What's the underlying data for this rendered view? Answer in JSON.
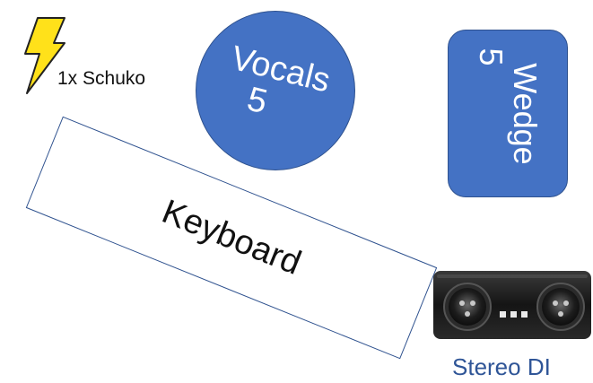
{
  "power": {
    "icon": "lightning-bolt-icon",
    "label": "1x Schuko",
    "colors": {
      "fill": "#ffe11a",
      "stroke": "#222222"
    }
  },
  "vocals": {
    "name": "Vocals",
    "number": "5",
    "colors": {
      "fill": "#4472c4",
      "stroke": "#2f528f",
      "text": "#ffffff"
    }
  },
  "wedge": {
    "name": "Wedge",
    "number": "5",
    "colors": {
      "fill": "#4472c4",
      "stroke": "#2f528f",
      "text": "#ffffff"
    }
  },
  "keyboard": {
    "name": "Keyboard",
    "colors": {
      "fill": "#ffffff",
      "stroke": "#2f528f",
      "text": "#111111"
    }
  },
  "stereo_di": {
    "label": "Stereo DI",
    "icon": "di-box-icon",
    "colors": {
      "label": "#2f5597",
      "body": "#1a1a1a"
    }
  }
}
